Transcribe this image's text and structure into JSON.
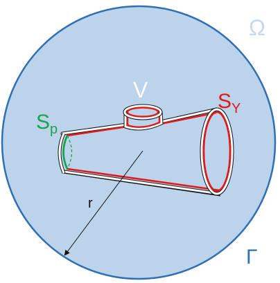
{
  "labels": {
    "omega": "Ω",
    "gamma": "Γ",
    "volume": "V",
    "s_p_main": "S",
    "s_p_sub": "p",
    "s_y_main": "S",
    "s_y_sub": "Y",
    "radius": "r"
  },
  "colors": {
    "domain_fill": "#bcd3ec",
    "boundary": "#2f6fb4",
    "omega_text": "#c7d9ef",
    "gamma_text": "#2f6fb4",
    "wall_red": "#e01b1b",
    "wall_green": "#19a34a",
    "ink": "#111111",
    "tube_fill": "#bcd3ec"
  }
}
